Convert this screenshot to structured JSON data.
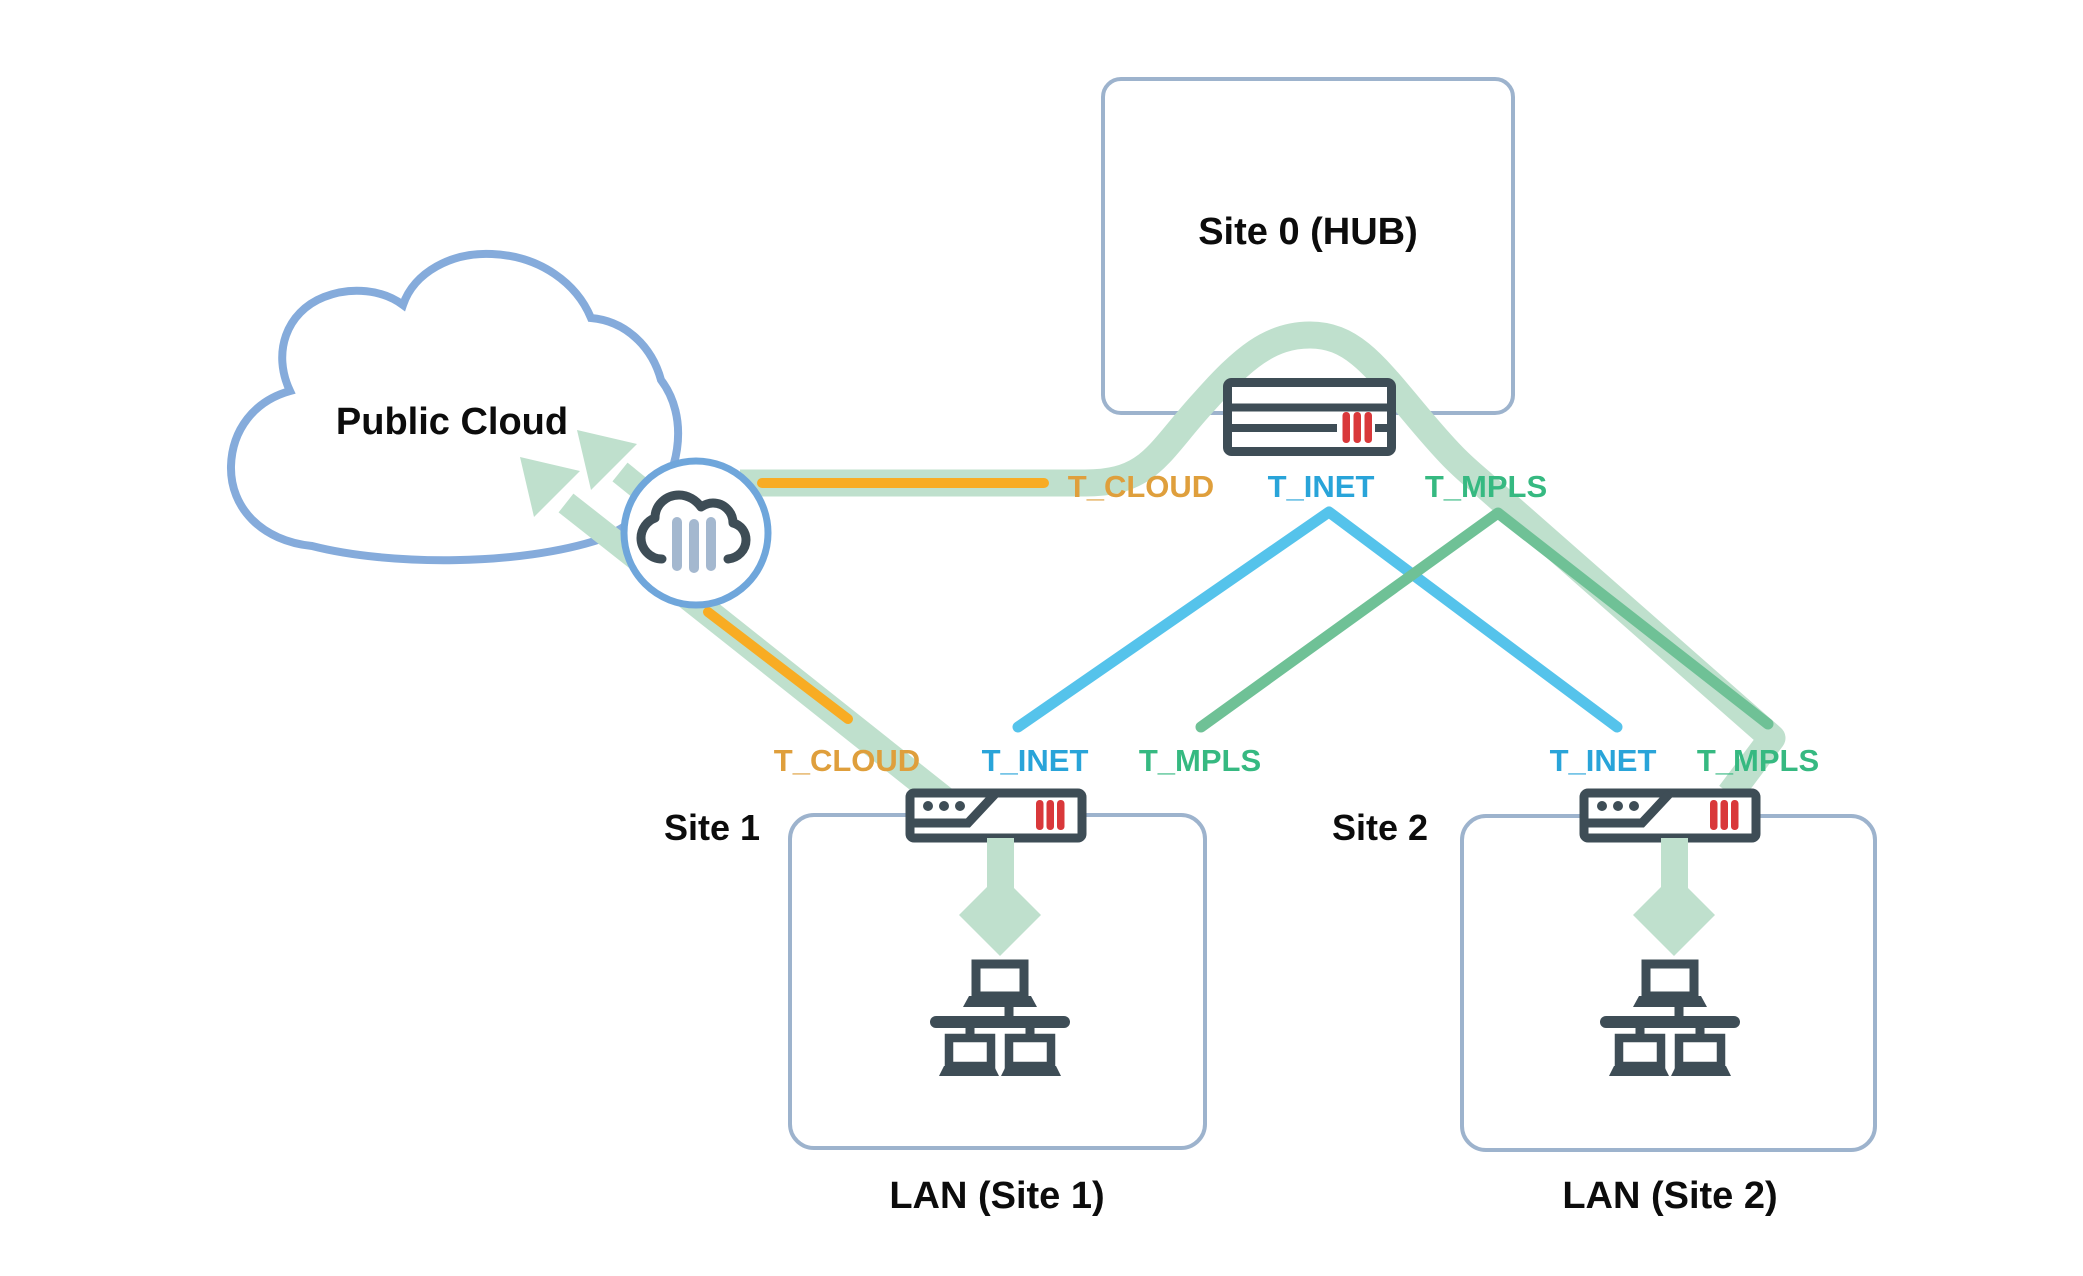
{
  "colors": {
    "background": "#ffffff",
    "box_border": "#9db3cd",
    "cloud_outline": "#85abdb",
    "circle_border": "#6fa6db",
    "dark_slate": "#3e4d56",
    "red_bars": "#d9383a",
    "traffic_band": "#bfe0cd",
    "mpls_line": "#6fc196",
    "mpls_text": "#36b981",
    "inet_line": "#55c3eb",
    "inet_text": "#29a4d9",
    "cloud_line": "#f8ac23",
    "cloud_text": "#df9f3c",
    "rain_bars": "#a4b8cf",
    "label_text": "#0c0c0c"
  },
  "nodes": {
    "hub": {
      "label": "Site 0 (HUB)"
    },
    "public_cloud": {
      "label": "Public Cloud"
    },
    "site1": {
      "label": "Site 1"
    },
    "site2": {
      "label": "Site 2"
    },
    "lan1": {
      "label": "LAN (Site 1)"
    },
    "lan2": {
      "label": "LAN (Site 2)"
    }
  },
  "transports": {
    "hub": [
      {
        "label": "T_CLOUD",
        "color": "#df9f3c"
      },
      {
        "label": "T_INET",
        "color": "#29a4d9"
      },
      {
        "label": "T_MPLS",
        "color": "#36b981"
      }
    ],
    "site1": [
      {
        "label": "T_CLOUD",
        "color": "#df9f3c"
      },
      {
        "label": "T_INET",
        "color": "#29a4d9"
      },
      {
        "label": "T_MPLS",
        "color": "#36b981"
      }
    ],
    "site2": [
      {
        "label": "T_INET",
        "color": "#29a4d9"
      },
      {
        "label": "T_MPLS",
        "color": "#36b981"
      }
    ]
  }
}
